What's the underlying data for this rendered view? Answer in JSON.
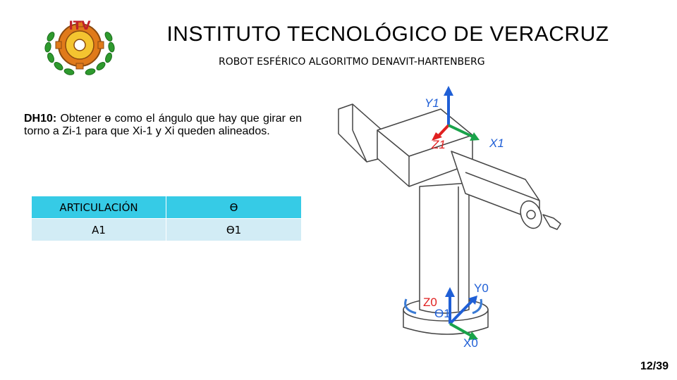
{
  "header": {
    "title": "INSTITUTO  TECNOLÓGICO DE  VERACRUZ",
    "subtitle": "ROBOT ESFÉRICO ALGORITMO DENAVIT-HARTENBERG",
    "logo_text": "ITV",
    "logo_icon": "institute-gear-laurel-logo"
  },
  "description": {
    "label": "DH10:",
    "text": " Obtener ɵ como el ángulo que hay que girar en torno a Zi-1 para que Xi-1 y Xi queden alineados."
  },
  "table": {
    "headers": [
      "ARTICULACIÓN",
      "ϴ"
    ],
    "rows": [
      [
        "A1",
        "ϴ1"
      ]
    ]
  },
  "diagram": {
    "labels": {
      "y1": "Y1",
      "z1": "Z1",
      "x1": "X1",
      "y0": "Y0",
      "z0": "Z0",
      "theta1": "ϴ1",
      "x0": "X0"
    },
    "colors": {
      "y_axis": "#1f5fd6",
      "z_axis": "#e02020",
      "x_axis": "#1aa34a",
      "rotation_arrow": "#3a7bd5"
    }
  },
  "footer": {
    "page": "12/39"
  }
}
